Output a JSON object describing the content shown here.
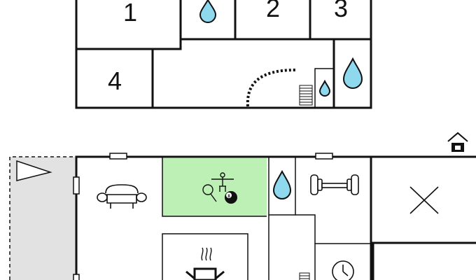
{
  "upper_floor": {
    "rooms": [
      {
        "label": "1"
      },
      {
        "label": "2"
      },
      {
        "label": "3"
      },
      {
        "label": "4"
      }
    ]
  },
  "lower_floor": {
    "badges": {
      "billiard_ball": "8"
    }
  },
  "colors": {
    "recreation_room": "#bdf0b4",
    "terrace": "#e2e2e2",
    "water": "#8fd9ee",
    "wall": "#111111"
  },
  "icons": [
    "bathroom-water-drop-icon",
    "staircase-icon",
    "sofa-icon",
    "table-tennis-icon",
    "table-football-icon",
    "billiard-ball-icon",
    "dumbbell-icon",
    "void-cross-icon",
    "fireplace-icon",
    "clock-icon",
    "home-entrance-icon",
    "flag-icon"
  ]
}
